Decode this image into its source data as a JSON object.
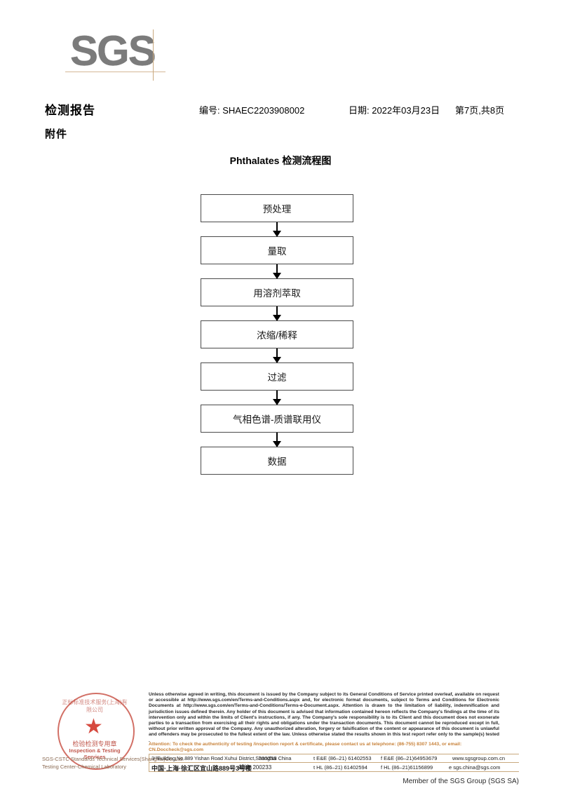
{
  "logo": {
    "text": "SGS"
  },
  "header": {
    "report_title": "检测报告",
    "attachment_label": "附件",
    "report_no": "编号: SHAEC2203908002",
    "date": "日期: 2022年03月23日",
    "page": "第7页,共8页"
  },
  "flowchart": {
    "title": "Phthalates 检测流程图",
    "steps": [
      {
        "label": "预处理"
      },
      {
        "label": "量取"
      },
      {
        "label": "用溶剂萃取"
      },
      {
        "label": "浓缩/稀释"
      },
      {
        "label": "过滤"
      },
      {
        "label": "气相色谱-质谱联用仪"
      },
      {
        "label": "数据"
      }
    ]
  },
  "seal": {
    "arc_text": "正标标准技术服务(上海)有限公司",
    "cn_label": "检验检测专用章",
    "en_label": "Inspection & Testing Services",
    "star": "★",
    "company_line1": "SGS-CSTC Standards Technical Services(Shanghai)Co.,Ltd.",
    "company_line2": "Testing Center-Chemical Laboratory"
  },
  "footer": {
    "legal_text": "Unless otherwise agreed in writing, this document is issued by the Company subject to its General Conditions of Service printed overleaf, available on request or accessible at http://www.sgs.com/en/Terms-and-Conditions.aspx and, for electronic format documents, subject to Terms and Conditions for Electronic Documents at http://www.sgs.com/en/Terms-and-Conditions/Terms-e-Document.aspx. Attention is drawn to the limitation of liability, indemnification and jurisdiction issues defined therein. Any holder of this document is advised that information contained hereon reflects the Company's findings at the time of its intervention only and within the limits of Client's instructions, if any. The Company's sole responsibility is to its Client and this document does not exonerate parties to a transaction from exercising all their rights and obligations under the transaction documents. This document cannot be reproduced except in full, without prior written approval of the Company. Any unauthorized alteration, forgery or falsification of the content or appearance of this document is unlawful and offenders may be prosecuted to the fullest extent of the law. Unless otherwise stated the results shown in this test report refer only to the sample(s) tested .",
    "attention_text": "Attention: To check the authenticity of testing /inspection report & certificate, please contact us at telephone: (86-755) 8307 1443, or email: CN.Doccheck@sgs.com",
    "attention_color": "#c8833c",
    "address_en": "3ʳᵈBuilding,No.889 Yishan Road Xuhui District,Shanghai China",
    "address_cn": "中国·上海·徐汇区宜山路889号3号楼",
    "zip_en": "200233",
    "zip_cn": "邮编: 200233",
    "tel_a1": "t E&E (86–21) 61402553",
    "tel_a2": "t HL (86–21) 61402594",
    "tel_b1": "f E&E (86–21)64953679",
    "tel_b2": "f HL (86–21)61156899",
    "website": "www.sgsgroup.com.cn",
    "email": "e  sgs.china@sgs.com",
    "member_line": "Member of the SGS Group (SGS SA)"
  }
}
